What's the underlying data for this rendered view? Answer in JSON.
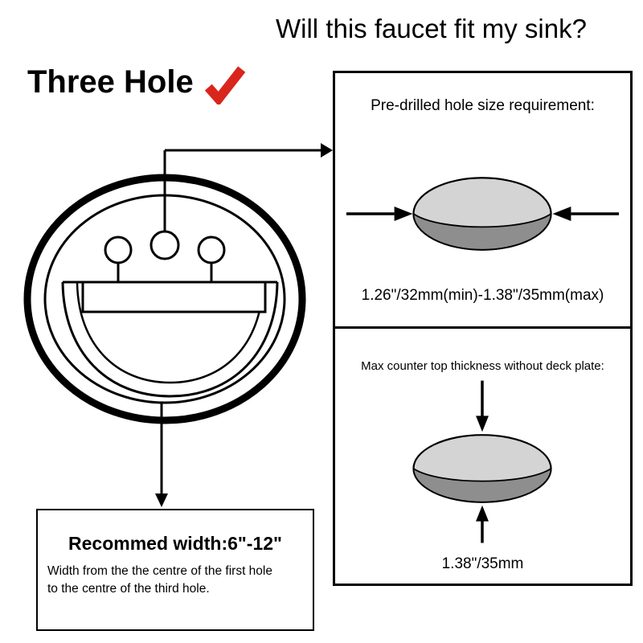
{
  "title": "Will this faucet fit my sink?",
  "three_hole": {
    "label": "Three Hole"
  },
  "panels": {
    "hole_size": {
      "heading": "Pre-drilled hole size requirement:",
      "dimension": "1.26\"/32mm(min)-1.38\"/35mm(max)"
    },
    "thickness": {
      "heading": "Max counter top thickness without deck plate:",
      "dimension": "1.38\"/35mm"
    },
    "width": {
      "heading": "Recommed width:6\"-12\"",
      "note_line1": "Width from the the centre of the first hole",
      "note_line2": "to the centre of the third hole."
    }
  },
  "colors": {
    "check_red": "#da251c",
    "hole_light": "#d4d4d4",
    "hole_dark": "#8e8e8e",
    "line_black": "#000000"
  }
}
